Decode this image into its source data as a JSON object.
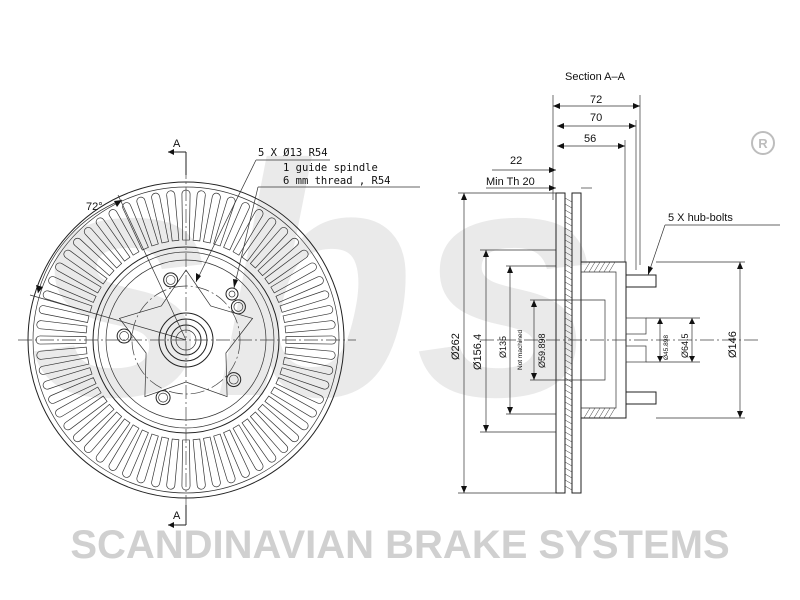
{
  "watermark": {
    "logo_text": "sbs",
    "registered_mark": "R",
    "company": "SCANDINAVIAN BRAKE SYSTEMS",
    "color": "#d9d9d9"
  },
  "front_view": {
    "section_marker_top": "A",
    "section_marker_bottom": "A",
    "angle_label": "72°",
    "bolt_callout": "5 X Ø13 R54",
    "guide_callout_line1": "1 guide spindle",
    "guide_callout_line2": "6 mm thread , R54"
  },
  "section_view": {
    "title": "Section A–A",
    "dim_72": "72",
    "dim_70": "70",
    "dim_56": "56",
    "dim_22": "22",
    "min_th": "Min Th 20",
    "hub_bolts": "5 X hub-bolts",
    "dia_262": "Ø262",
    "dia_156": "Ø156.4",
    "dia_135": "Ø135",
    "not_machined": "Not machined",
    "dia_59": "Ø59.898",
    "dia_45": "Ø45.898",
    "dia_64": "Ø64.5",
    "dia_146": "Ø146"
  }
}
